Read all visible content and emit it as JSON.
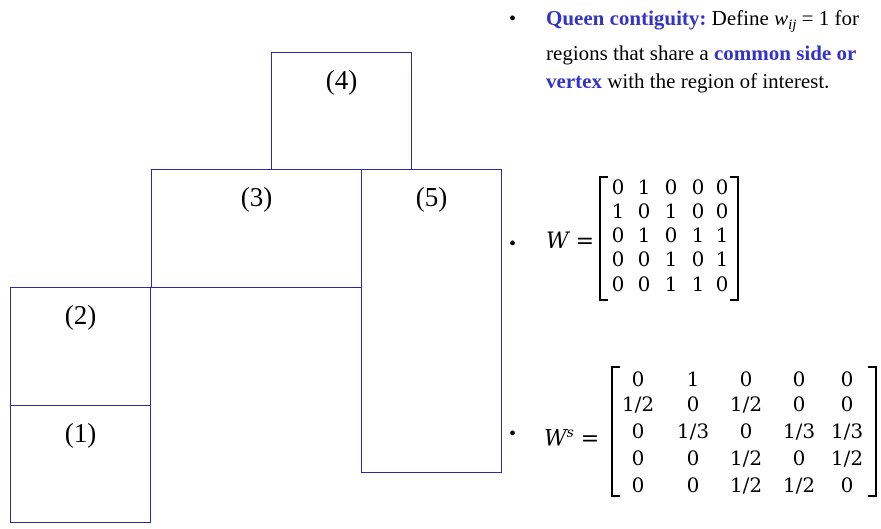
{
  "regions": [
    {
      "id": "1",
      "label": "(1)"
    },
    {
      "id": "2",
      "label": "(2)"
    },
    {
      "id": "3",
      "label": "(3)"
    },
    {
      "id": "4",
      "label": "(4)"
    },
    {
      "id": "5",
      "label": "(5)"
    }
  ],
  "definition": {
    "bullet": "•",
    "term": "Queen contiguity:",
    "text_before_var": " Define ",
    "var_w": "w",
    "var_sub": "ij",
    "equals_one": " = 1 for regions that share a ",
    "highlight": "common side or vertex",
    "text_after": " with the region of interest."
  },
  "matrix_W": {
    "bullet": "•",
    "label": "W =",
    "rows": [
      [
        "0",
        "1",
        "0",
        "0",
        "0"
      ],
      [
        "1",
        "0",
        "1",
        "0",
        "0"
      ],
      [
        "0",
        "1",
        "0",
        "1",
        "1"
      ],
      [
        "0",
        "0",
        "1",
        "0",
        "1"
      ],
      [
        "0",
        "0",
        "1",
        "1",
        "0"
      ]
    ]
  },
  "matrix_Ws": {
    "bullet": "•",
    "label_base": "W",
    "label_sup": "s",
    "label_eq": " =",
    "rows": [
      [
        "0",
        "1",
        "0",
        "0",
        "0"
      ],
      [
        "1/2",
        "0",
        "1/2",
        "0",
        "0"
      ],
      [
        "0",
        "1/3",
        "0",
        "1/3",
        "1/3"
      ],
      [
        "0",
        "0",
        "1/2",
        "0",
        "1/2"
      ],
      [
        "0",
        "0",
        "1/2",
        "1/2",
        "0"
      ]
    ]
  }
}
